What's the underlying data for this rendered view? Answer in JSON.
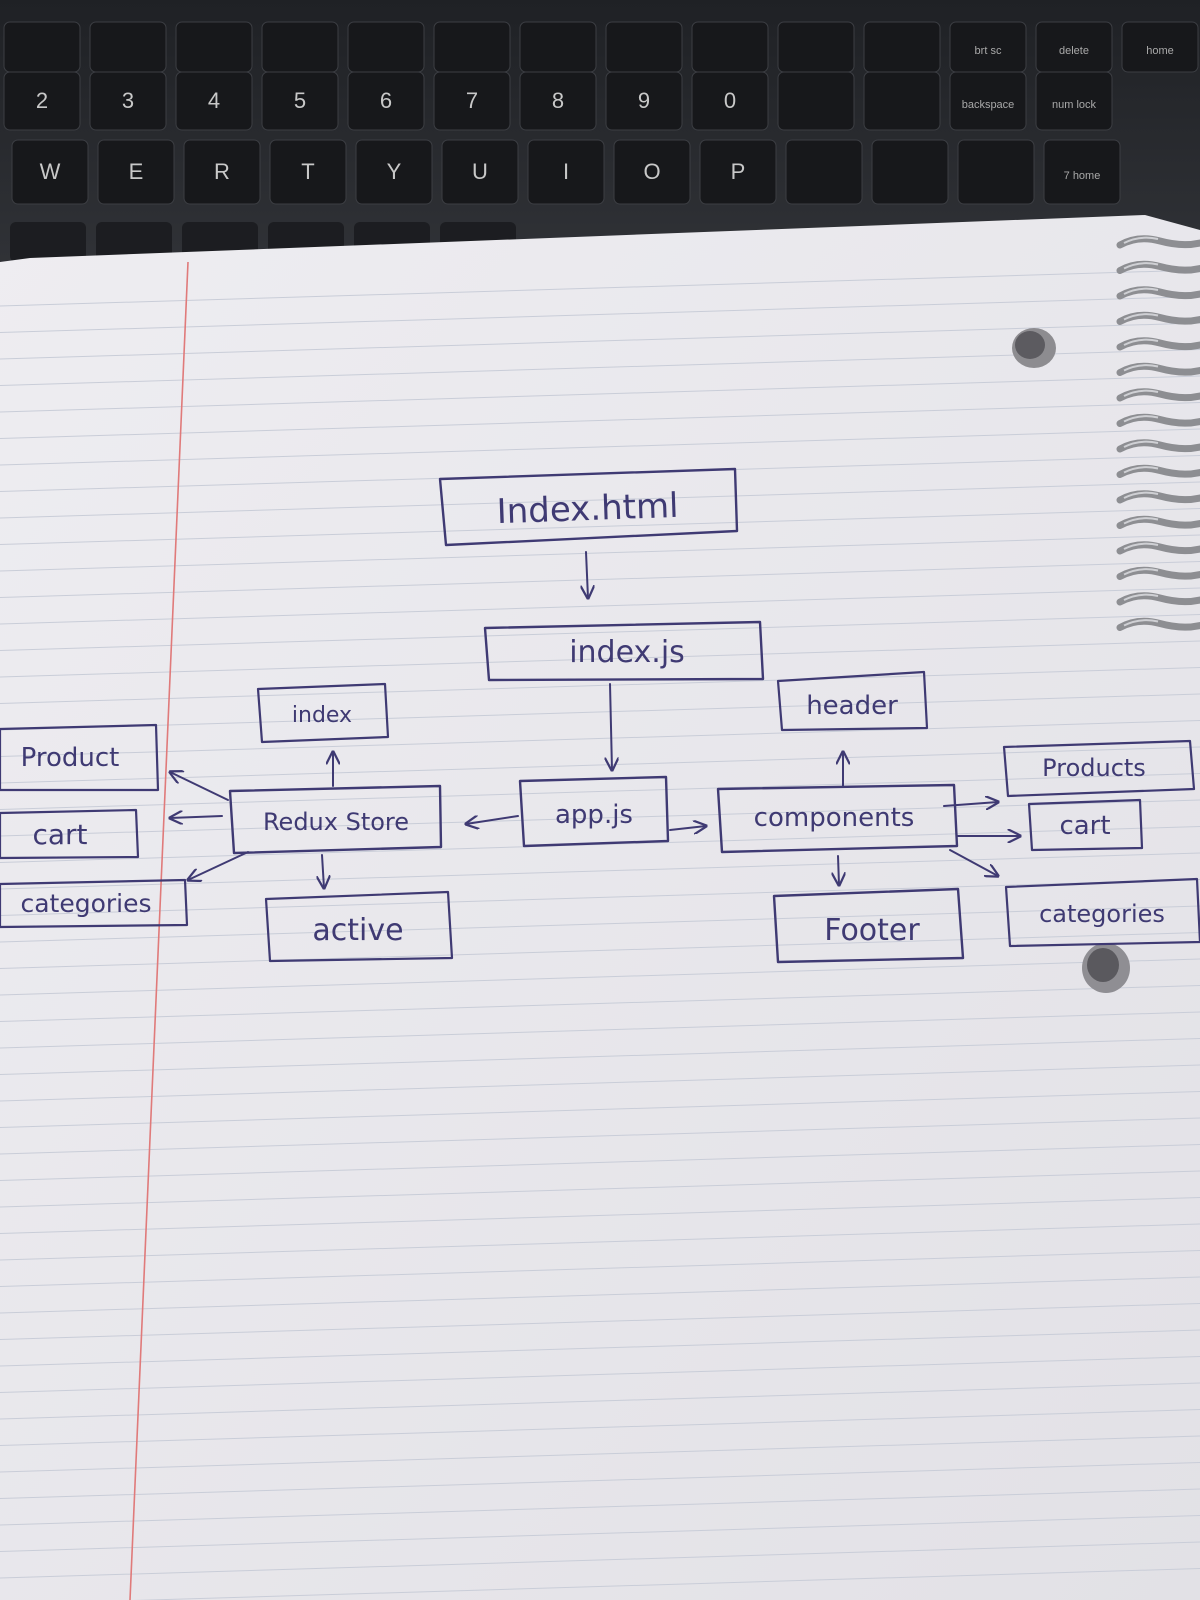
{
  "keyboard": {
    "rows": [
      [
        "",
        "",
        "",
        "",
        "",
        "",
        "",
        "",
        "",
        "",
        "",
        "brt sc",
        "delete",
        "home"
      ],
      [
        "2",
        "3",
        "4",
        "5",
        "6",
        "7",
        "8",
        "9",
        "0",
        "",
        "",
        "backspace",
        "num lock"
      ],
      [
        "W",
        "E",
        "R",
        "T",
        "Y",
        "U",
        "I",
        "O",
        "P",
        "",
        "",
        "",
        "7 home"
      ]
    ]
  },
  "diagram": {
    "nodes": {
      "index_html": "Index.html",
      "index_js": "index.js",
      "app_js": "app.js",
      "redux_store": "Redux Store",
      "index": "index",
      "active": "active",
      "left_product": "Product",
      "left_cart": "cart",
      "left_categories": "categories",
      "components": "components",
      "header": "header",
      "footer": "Footer",
      "right_products": "Products",
      "right_cart": "cart",
      "right_categories": "categories"
    },
    "edges": [
      [
        "index_html",
        "index_js"
      ],
      [
        "index_js",
        "app_js"
      ],
      [
        "app_js",
        "redux_store"
      ],
      [
        "app_js",
        "components"
      ],
      [
        "redux_store",
        "index"
      ],
      [
        "redux_store",
        "active"
      ],
      [
        "redux_store",
        "left_product"
      ],
      [
        "redux_store",
        "left_cart"
      ],
      [
        "redux_store",
        "left_categories"
      ],
      [
        "components",
        "header"
      ],
      [
        "components",
        "footer"
      ],
      [
        "components",
        "right_products"
      ],
      [
        "components",
        "right_cart"
      ],
      [
        "components",
        "right_categories"
      ]
    ]
  },
  "colors": {
    "ink": "#3f3a73",
    "paper": "#e9e8ec",
    "ruled_line": "#c9cdd8",
    "margin_line": "#e07a7a",
    "keyboard": "#2b2d31"
  }
}
